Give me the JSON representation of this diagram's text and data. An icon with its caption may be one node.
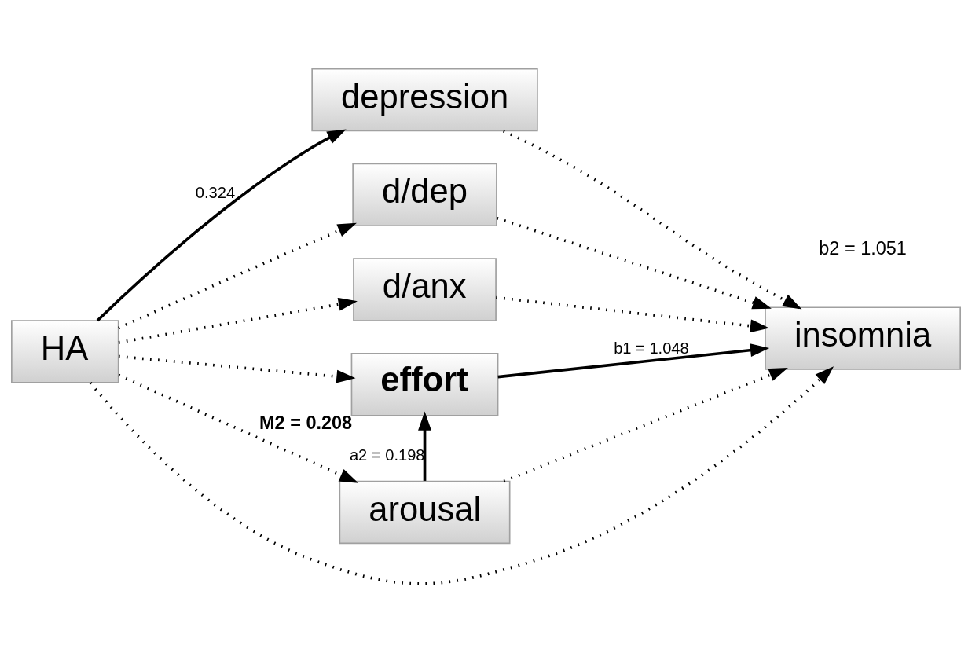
{
  "diagram": {
    "nodes": [
      {
        "text": [
          "HA"
        ]
      },
      {
        "text": [
          "depression"
        ]
      },
      {
        "text": [
          "d/dep"
        ]
      },
      {
        "text": [
          "d/anx"
        ]
      },
      {
        "text": [
          "effort"
        ],
        "beside": [
          "M2 = 0.208"
        ]
      },
      {
        "text": [
          "arousal"
        ]
      },
      {
        "text": [
          "insomnia"
        ]
      }
    ],
    "edges": [
      {
        "from": 0,
        "to": 1,
        "arrow": "to",
        "label": "0.324"
      },
      {
        "from": 0,
        "to": 2,
        "arrow": "to",
        "style": "dashed"
      },
      {
        "from": 0,
        "to": 3,
        "arrow": "to",
        "style": "dashed"
      },
      {
        "from": 0,
        "to": 6,
        "arrow": "to",
        "style": "dashed"
      },
      {
        "from": 0,
        "to": 4,
        "arrow": "to",
        "style": "dashed"
      },
      {
        "from": 0,
        "to": 5,
        "arrow": "to",
        "style": "dashed"
      },
      {
        "from": 1,
        "to": 6,
        "arrow": "to",
        "style": "dashed"
      },
      {
        "from": 2,
        "to": 6,
        "arrow": "to",
        "style": "dashed"
      },
      {
        "from": 3,
        "to": 6,
        "arrow": "to",
        "style": "dashed"
      },
      {
        "from": 4,
        "to": 6,
        "arrow": "to",
        "label": "b1 = 1.048"
      },
      {
        "from": 5,
        "to": 4,
        "arrow": "to",
        "label": "a2 = 0.198"
      },
      {
        "from": 5,
        "to": 6,
        "arrow": "to",
        "style": "dashed"
      }
    ],
    "labels": [
      "b2 = 1.051"
    ]
  }
}
